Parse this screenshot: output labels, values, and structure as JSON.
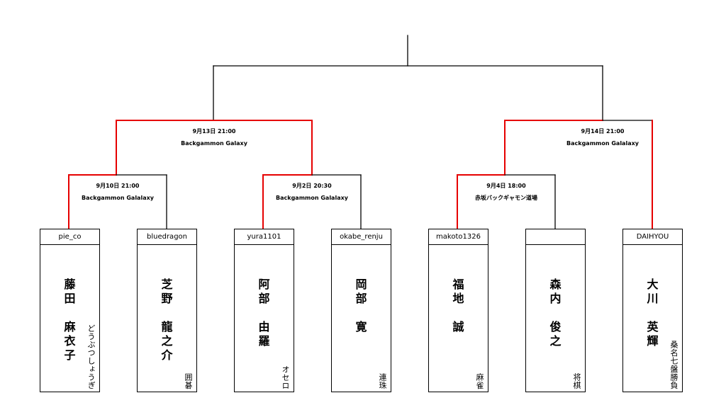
{
  "colors": {
    "line": "#000000",
    "winner": "#e60000"
  },
  "matches": [
    {
      "date": "9月10日 21:00",
      "venue": "Backgammon Galalaxy"
    },
    {
      "date": "9月2日 20:30",
      "venue": "Backgammon Galalaxy"
    },
    {
      "date": "9月4日 18:00",
      "venue": "赤坂バックギャモン道場"
    },
    {
      "date": "9月13日 21:00",
      "venue": "Backgammon Galaxy"
    },
    {
      "date": "9月14日 21:00",
      "venue": "Backgammon Galalaxy"
    }
  ],
  "players": [
    {
      "handle": "pie_co",
      "surname": [
        "藤",
        "田"
      ],
      "given": [
        "麻",
        "衣",
        "子"
      ],
      "affiliation": "どうぶつしょうぎ"
    },
    {
      "handle": "bluedragon",
      "surname": [
        "芝",
        "野"
      ],
      "given": [
        "龍",
        "之",
        "介"
      ],
      "affiliation": "囲碁"
    },
    {
      "handle": "yura1101",
      "surname": [
        "阿",
        "部"
      ],
      "given": [
        "由",
        "羅"
      ],
      "affiliation": "オセロ"
    },
    {
      "handle": "okabe_renju",
      "surname": [
        "岡",
        "部"
      ],
      "given": [
        "寛"
      ],
      "affiliation": "連珠"
    },
    {
      "handle": "makoto1326",
      "surname": [
        "福",
        "地"
      ],
      "given": [
        "誠"
      ],
      "affiliation": "麻雀"
    },
    {
      "handle": "",
      "surname": [
        "森",
        "内"
      ],
      "given": [
        "俊",
        "之"
      ],
      "affiliation": "将棋"
    },
    {
      "handle": "DAIHYOU",
      "surname": [
        "大",
        "川"
      ],
      "given": [
        "英",
        "輝"
      ],
      "affiliation": "桑名七盤勝負"
    }
  ]
}
